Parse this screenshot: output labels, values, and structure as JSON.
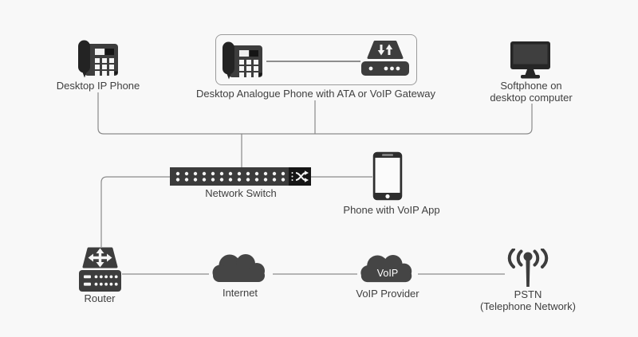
{
  "diagram": {
    "type": "network-topology",
    "nodes": {
      "ip_phone": {
        "label": "Desktop IP Phone",
        "icon": "desk-phone-icon"
      },
      "analogue": {
        "label": "Desktop Analogue Phone with ATA or VoIP Gateway",
        "icons": [
          "desk-phone-icon",
          "ata-gateway-icon"
        ]
      },
      "softphone": {
        "label_line1": "Softphone on",
        "label_line2": "desktop computer",
        "icon": "desktop-monitor-icon"
      },
      "switch": {
        "label": "Network Switch",
        "icon": "network-switch-icon"
      },
      "app_phone": {
        "label": "Phone with VoIP App",
        "icon": "smartphone-icon"
      },
      "router": {
        "label": "Router",
        "icon": "router-icon"
      },
      "internet": {
        "label": "Internet",
        "icon": "cloud-icon"
      },
      "provider": {
        "label": "VoIP Provider",
        "cloud_text": "VoIP",
        "icon": "cloud-icon"
      },
      "pstn": {
        "label_line1": "PSTN",
        "label_line2": "(Telephone Network)",
        "icon": "antenna-icon"
      }
    },
    "connections": [
      "ip_phone - switch",
      "analogue - switch",
      "softphone - switch",
      "switch - app_phone",
      "switch - router",
      "router - internet",
      "internet - provider",
      "provider - pstn"
    ],
    "colors": {
      "background": "#f8f8f8",
      "icon_ink": "#3d3d3d",
      "icon_ink_dark": "#232323",
      "cloud": "#454545",
      "connector_line": "#8a8a8a",
      "inner_line": "#6a6a6a",
      "text": "#3f3f3f",
      "box_border": "#9b9b9b",
      "screen_white": "#fbfbfb",
      "badge_text": "#ffffff"
    }
  }
}
